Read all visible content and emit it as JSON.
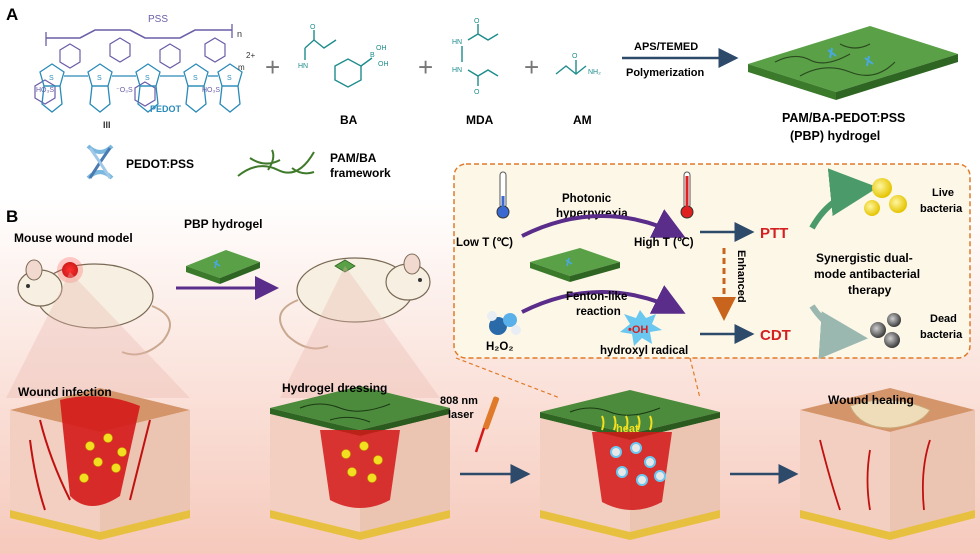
{
  "panel_a": {
    "label": "A",
    "pss_label": "PSS",
    "pedot_label": "PEDOT",
    "charge_label": "2+",
    "n_label": "n",
    "m_label": "m",
    "roman_label": "III",
    "plus": "+",
    "reagents": [
      "BA",
      "MDA",
      "AM"
    ],
    "arrow_top": "APS/TEMED",
    "arrow_bottom": "Polymerization",
    "product_line1": "PAM/BA-PEDOT:PSS",
    "product_line2": "(PBP) hydrogel",
    "legend_pedot": "PEDOT:PSS",
    "legend_framework_line1": "PAM/BA",
    "legend_framework_line2": "framework"
  },
  "panel_b": {
    "label": "B",
    "mouse_model": "Mouse wound model",
    "pbp_hydrogel": "PBP hydrogel",
    "photonic_line1": "Photonic",
    "photonic_line2": "hyperpyrexia",
    "low_t": "Low T (℃)",
    "high_t": "High T (℃)",
    "fenton_line1": "Fenton-like",
    "fenton_line2": "reaction",
    "h2o2": "H₂O₂",
    "oh_radical": "•OH",
    "hydroxyl": "hydroxyl radical",
    "ptt": "PTT",
    "cdt": "CDT",
    "enhanced": "Enhanced",
    "synergy_line1": "Synergistic dual-",
    "synergy_line2": "mode antibacterial",
    "synergy_line3": "therapy",
    "live_line1": "Live",
    "live_line2": "bacteria",
    "dead_line1": "Dead",
    "dead_line2": "bacteria",
    "wound_infection": "Wound infection",
    "hydrogel_dressing": "Hydrogel dressing",
    "laser_line1": "808 nm",
    "laser_line2": "laser",
    "heat": "heat",
    "wound_healing": "Wound healing"
  },
  "colors": {
    "teal": "#1f8c8c",
    "chem_blue": "#2a8ab8",
    "chem_purple": "#6a5fa8",
    "red_label": "#d42020",
    "orange_border": "#e07a2a",
    "purple_arrow": "#5a2d8a",
    "hydrogel_green": "#4c8a3c",
    "dark_arrow": "#2d4a6a"
  }
}
